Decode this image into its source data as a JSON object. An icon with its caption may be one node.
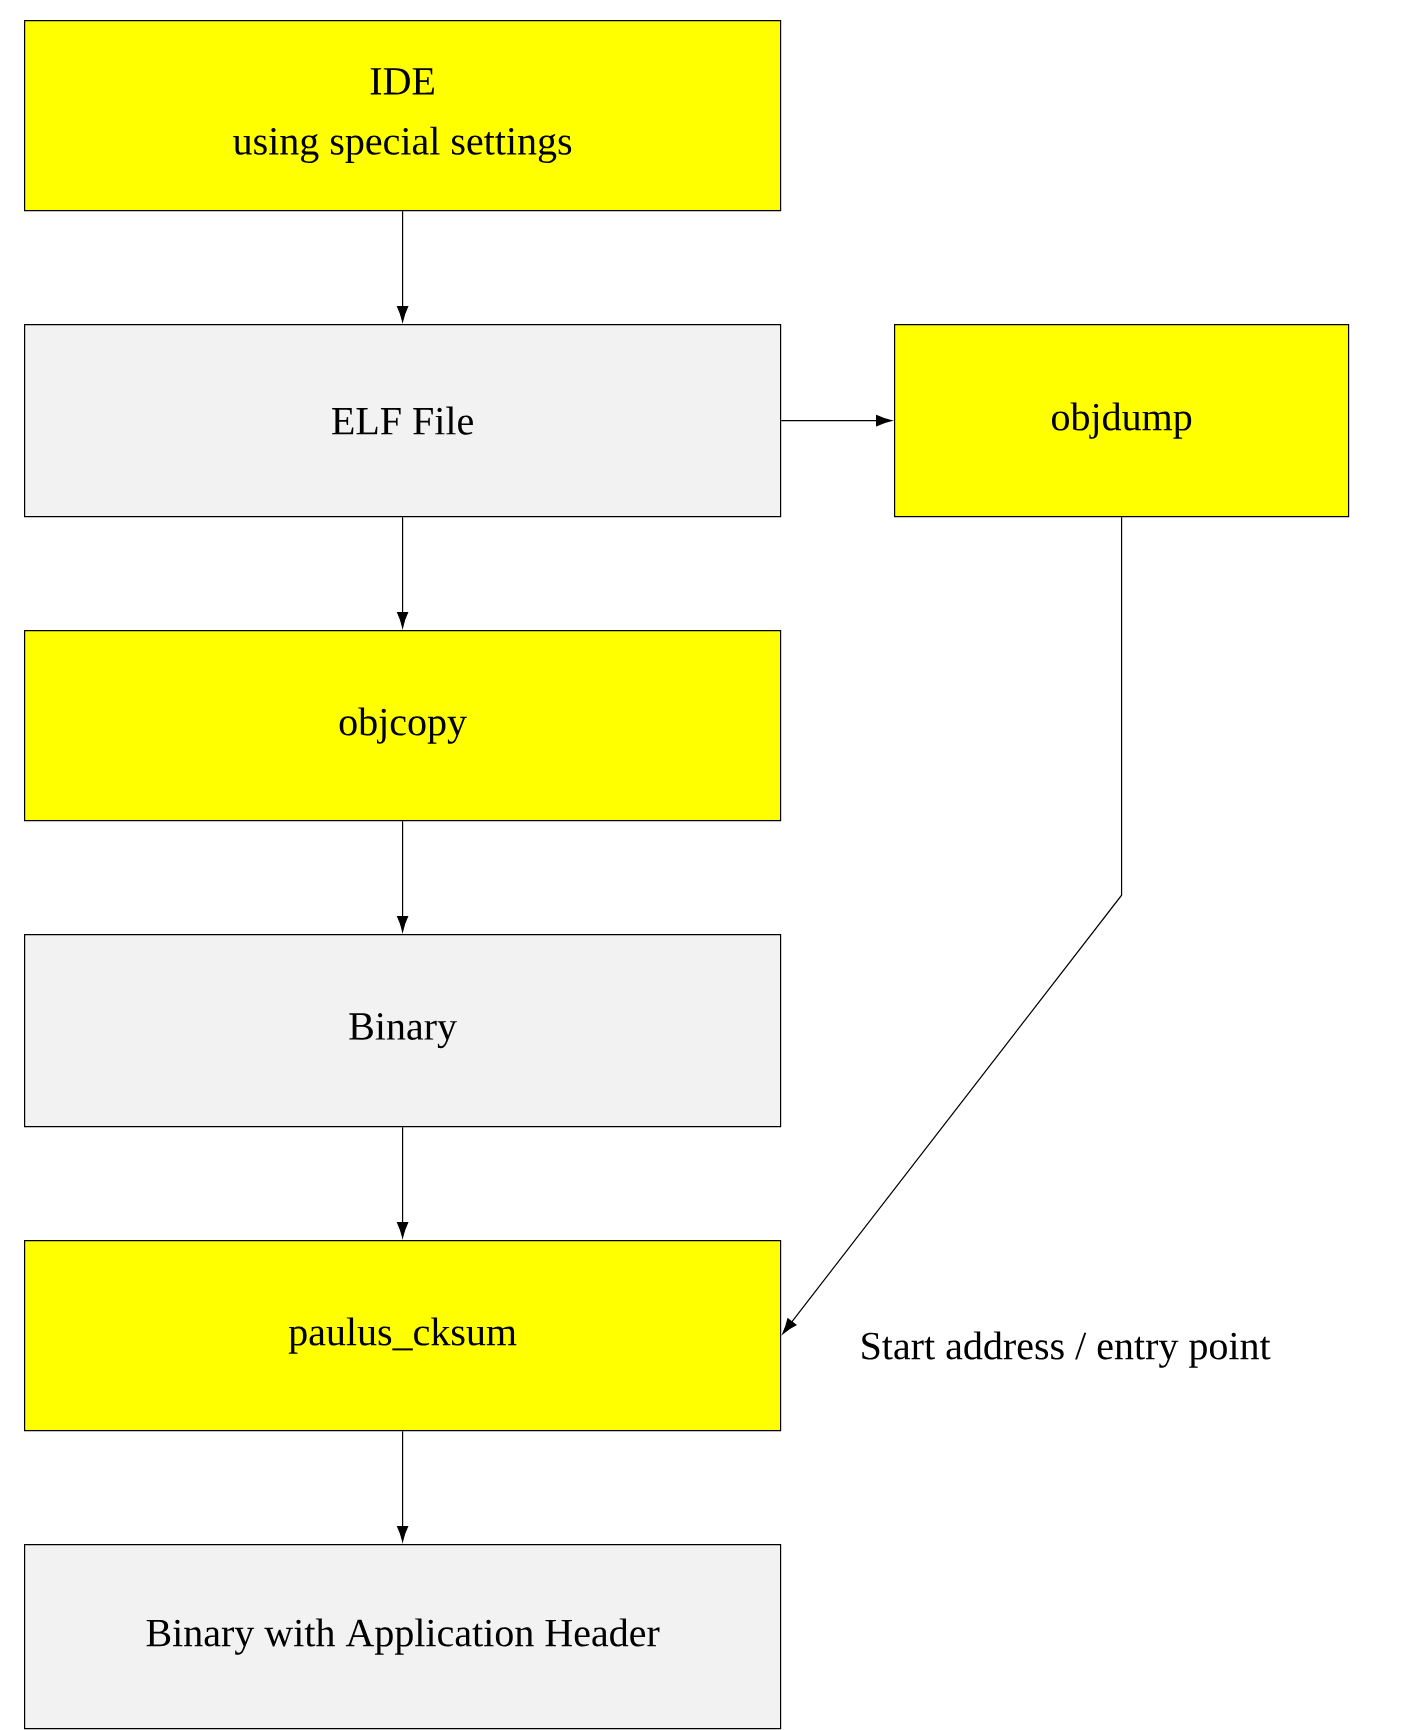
{
  "diagram": {
    "nodes": [
      {
        "text": [
          "IDE",
          "using special settings"
        ]
      },
      {
        "text": [
          "ELF File"
        ]
      },
      {
        "text": [
          "objdump"
        ]
      },
      {
        "text": [
          "objcopy"
        ]
      },
      {
        "text": [
          "Binary"
        ]
      },
      {
        "text": [
          "paulus_cksum"
        ]
      },
      {
        "text": [
          "Binary with Application Header"
        ]
      }
    ],
    "edges": [
      {
        "from": 0,
        "to": 1,
        "arrow": "to"
      },
      {
        "from": 1,
        "to": 2,
        "arrow": "to"
      },
      {
        "from": 1,
        "to": 3,
        "arrow": "to"
      },
      {
        "from": 3,
        "to": 4,
        "arrow": "to"
      },
      {
        "from": 4,
        "to": 5,
        "arrow": "to"
      },
      {
        "from": 2,
        "to": 5,
        "arrow": "to",
        "label": "Start address / entry point"
      },
      {
        "from": 5,
        "to": 6,
        "arrow": "to"
      }
    ]
  }
}
